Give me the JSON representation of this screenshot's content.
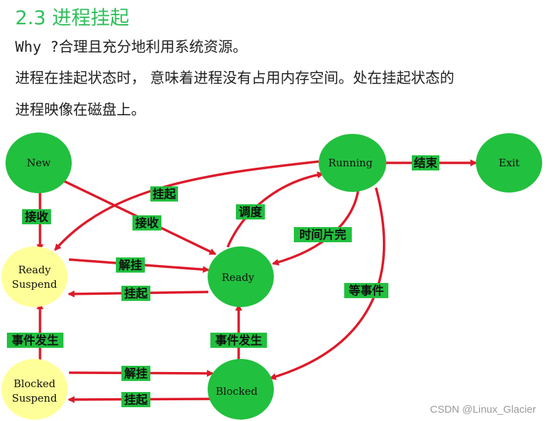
{
  "heading": "2.3 进程挂起",
  "paragraphs": {
    "why_prefix": "Why ?",
    "why_text": "合理且充分地利用系统资源。",
    "line2": "进程在挂起状态时，  意味着进程没有占用内存空间。处在挂起状态的",
    "line3": "进程映像在磁盘上。"
  },
  "colors": {
    "heading": "#2fbf5a",
    "active_node": "#22c03f",
    "suspend_node": "#ffff99",
    "arrow": "#dd1a2a",
    "label_bg": "#22c03f"
  },
  "nodes": {
    "new": "New",
    "running": "Running",
    "exit": "Exit",
    "ready_suspend_l1": "Ready",
    "ready_suspend_l2": "Suspend",
    "ready": "Ready",
    "blocked_suspend_l1": "Blocked",
    "blocked_suspend_l2": "Suspend",
    "blocked": "Blocked"
  },
  "edges": {
    "running_exit": "结束",
    "running_rs": "挂起",
    "new_rs": "接收",
    "new_ready": "接收",
    "ready_running": "调度",
    "running_ready": "时间片完",
    "rs_ready": "解挂",
    "ready_rs": "挂起",
    "running_blocked": "等事件",
    "bs_rs": "事件发生",
    "blocked_ready": "事件发生",
    "bs_blocked": "解挂",
    "blocked_bs": "挂起"
  },
  "watermark": "CSDN @Linux_Glacier"
}
